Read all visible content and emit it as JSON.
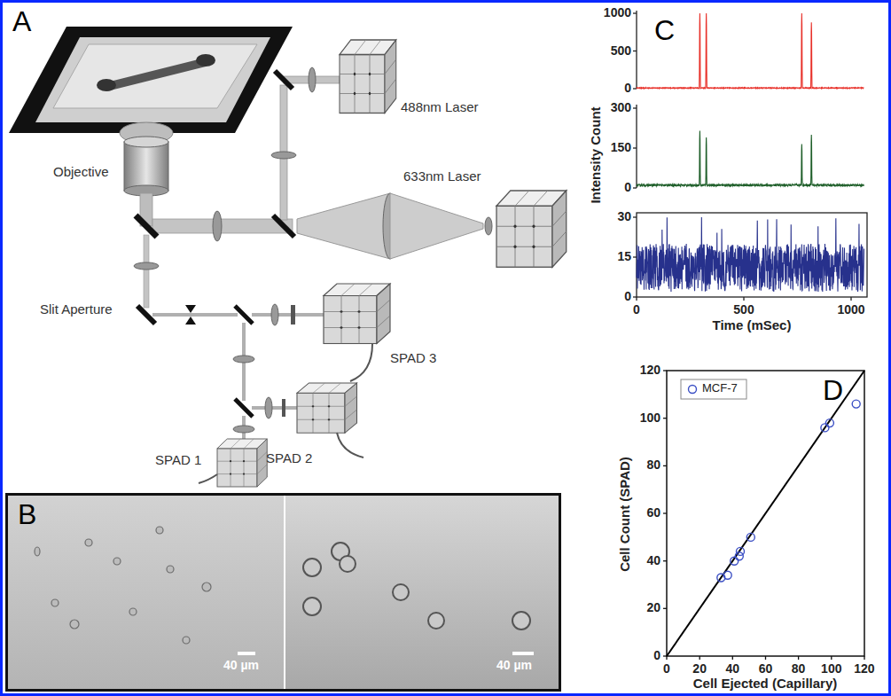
{
  "diagram": {
    "labels": [
      "A",
      "488nm Laser",
      "Objective",
      "633nm Laser",
      "Slit Aperture",
      "SPAD 3",
      "SPAD 2",
      "SPAD 1",
      "B",
      "40 µm",
      "40 µm",
      "C",
      "1000",
      "500",
      "0",
      "300",
      "150",
      "0",
      "30",
      "15",
      "0",
      "Intensity Count",
      "0",
      "500",
      "1000",
      "Time (mSec)",
      "D",
      "0",
      "20",
      "40",
      "60",
      "80",
      "100",
      "120",
      "Cell Count (SPAD)",
      "0",
      "20",
      "40",
      "60",
      "80",
      "100",
      "120",
      "Cell Ejected (Capillary)"
    ],
    "legend": [
      {
        "text": "MCF-7"
      }
    ]
  }
}
